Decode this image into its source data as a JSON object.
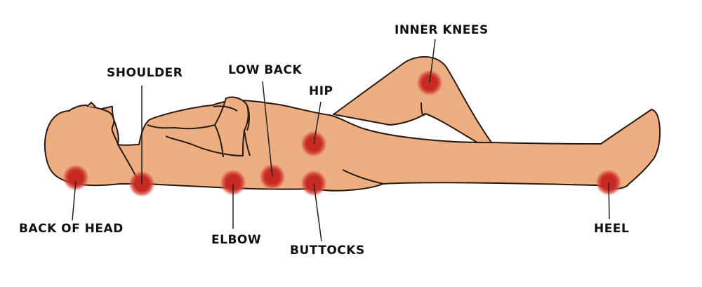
{
  "colors": {
    "skin": "#EDAE82",
    "outline": "#2a1a10",
    "pressure_point": "#C62A23",
    "label_text": "#111111",
    "leader_line": "#222222"
  },
  "labels": {
    "inner_knees": "INNER KNEES",
    "shoulder": "SHOULDER",
    "low_back": "LOW BACK",
    "hip": "HIP",
    "back_of_head": "BACK OF HEAD",
    "elbow": "ELBOW",
    "buttocks": "BUTTOCKS",
    "heel": "HEEL"
  }
}
